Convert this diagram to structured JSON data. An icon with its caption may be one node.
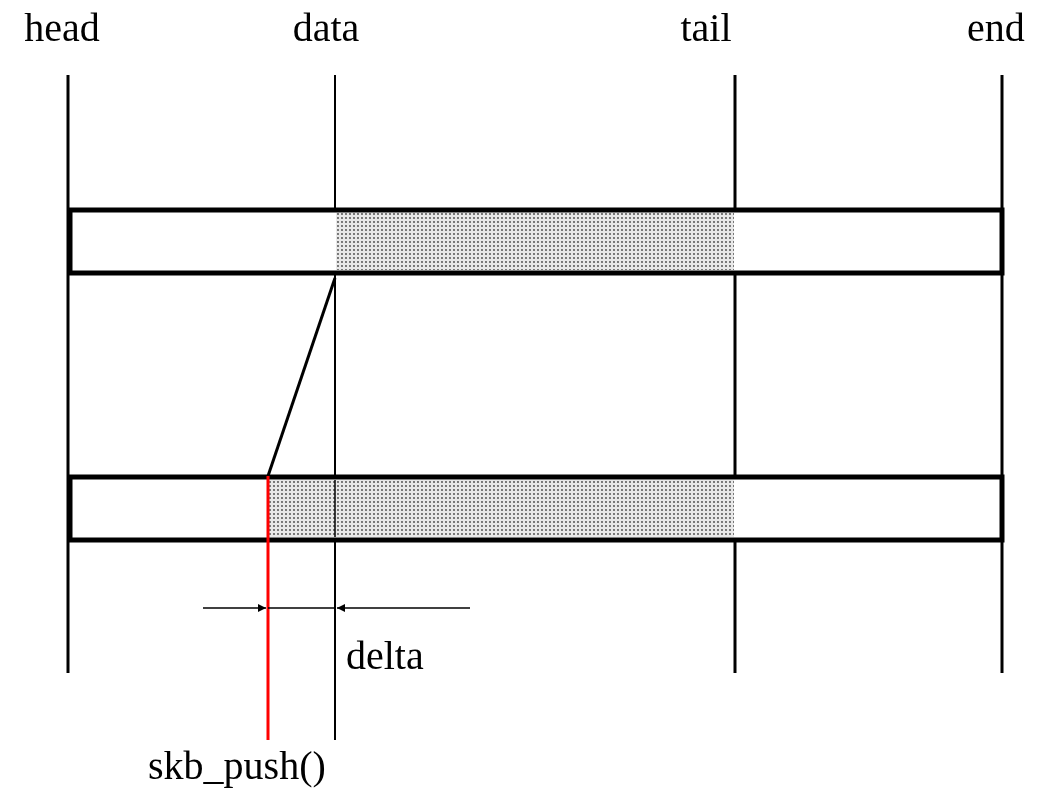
{
  "diagram": {
    "labels": [
      "head",
      "data",
      "tail",
      "end",
      "delta",
      "skb_push()"
    ]
  }
}
